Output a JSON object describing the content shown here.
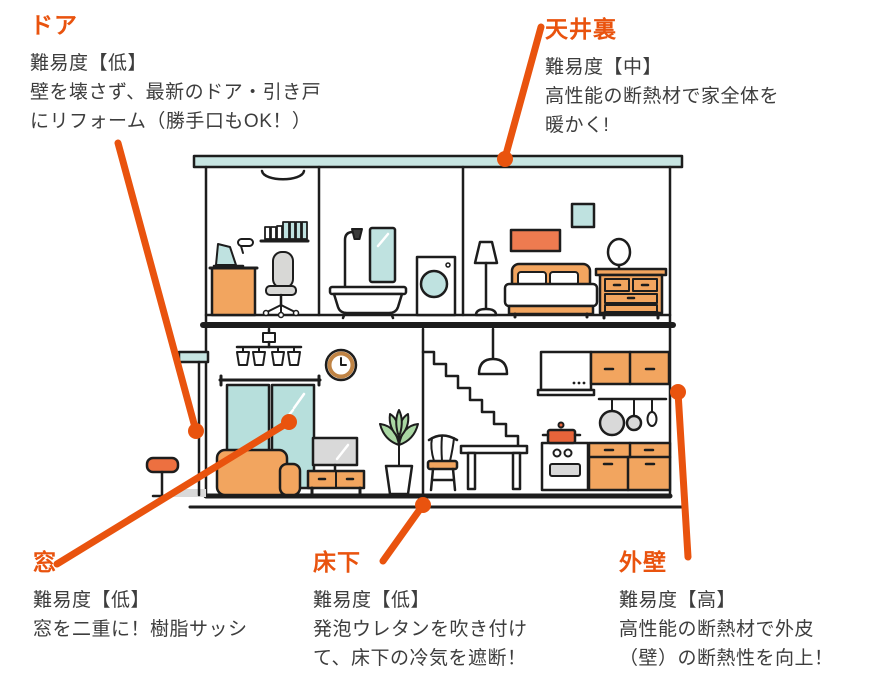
{
  "colors": {
    "accent": "#E9530E",
    "text": "#3D3D3D",
    "outline": "#1D1D1D",
    "teal": "#C7E5E2",
    "window_teal": "#B7DFDC",
    "furniture_orange": "#F2A55F",
    "salmon": "#EE7B50",
    "pot_orange": "#E8643A",
    "gray": "#D9D9D9",
    "leaf_green": "#A9D7A3",
    "clock_brown": "#C08445"
  },
  "annotations": {
    "door": {
      "title": "ドア",
      "difficulty": "難易度【低】",
      "description": "壁を壊さず、最新のドア・引き戸\nにリフォーム（勝手口もOK！）"
    },
    "ceiling": {
      "title": "天井裏",
      "difficulty": "難易度【中】",
      "description": "高性能の断熱材で家全体を\n暖かく!"
    },
    "window": {
      "title": "窓",
      "difficulty": "難易度【低】",
      "description": "窓を二重に！樹脂サッシ"
    },
    "underfloor": {
      "title": "床下",
      "difficulty": "難易度【低】",
      "description": "発泡ウレタンを吹き付け\nて、床下の冷気を遮断！"
    },
    "exterior_wall": {
      "title": "外壁",
      "difficulty": "難易度【高】",
      "description": "高性能の断熱材で外皮\n（壁）の断熱性を向上！"
    }
  },
  "illustration": {
    "type": "two-story-house-cross-section",
    "rooms": [
      "office",
      "bathroom",
      "bedroom",
      "living-room",
      "stair-hall",
      "kitchen"
    ]
  }
}
